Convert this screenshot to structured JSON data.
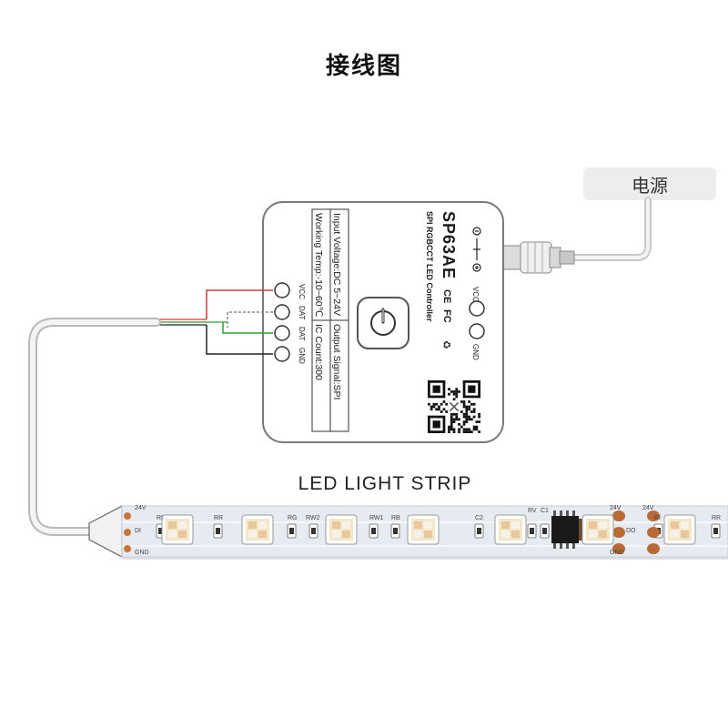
{
  "title": "接线图",
  "power_label": "电源",
  "strip_label": "LED LIGHT STRIP",
  "controller": {
    "model": "SP63AE",
    "subtitle": "SPI RGBCCT LED Controller",
    "marks": [
      "CE",
      "FC",
      "♻"
    ],
    "spec_left": [
      "Input Voltage:DC 5~24V",
      "Working Temp:-10~60℃"
    ],
    "spec_right": [
      "Output Signal:SPI",
      "IC Count:300"
    ],
    "left_terminals": [
      "VCC",
      "DAT",
      "DAT",
      "GND"
    ],
    "right_terminals": [
      "VCC",
      "GND"
    ]
  },
  "strip": {
    "pad_labels_left": [
      "24V",
      "DI",
      "GND"
    ],
    "pad_labels_right": [
      "24V",
      "DO",
      "GND"
    ],
    "component_labels": [
      "RI",
      "RR",
      "RG",
      "RW2",
      "RW1",
      "RB",
      "C2",
      "RV",
      "C1",
      "RI",
      "RR"
    ],
    "led_count": 7
  },
  "colors": {
    "wire_red": "#d43b3b",
    "wire_green": "#2f9e3a",
    "wire_white": "#b0b0b0",
    "wire_black": "#222222",
    "strip_board": "#e6ebf2",
    "pad_orange": "#c9743a"
  }
}
